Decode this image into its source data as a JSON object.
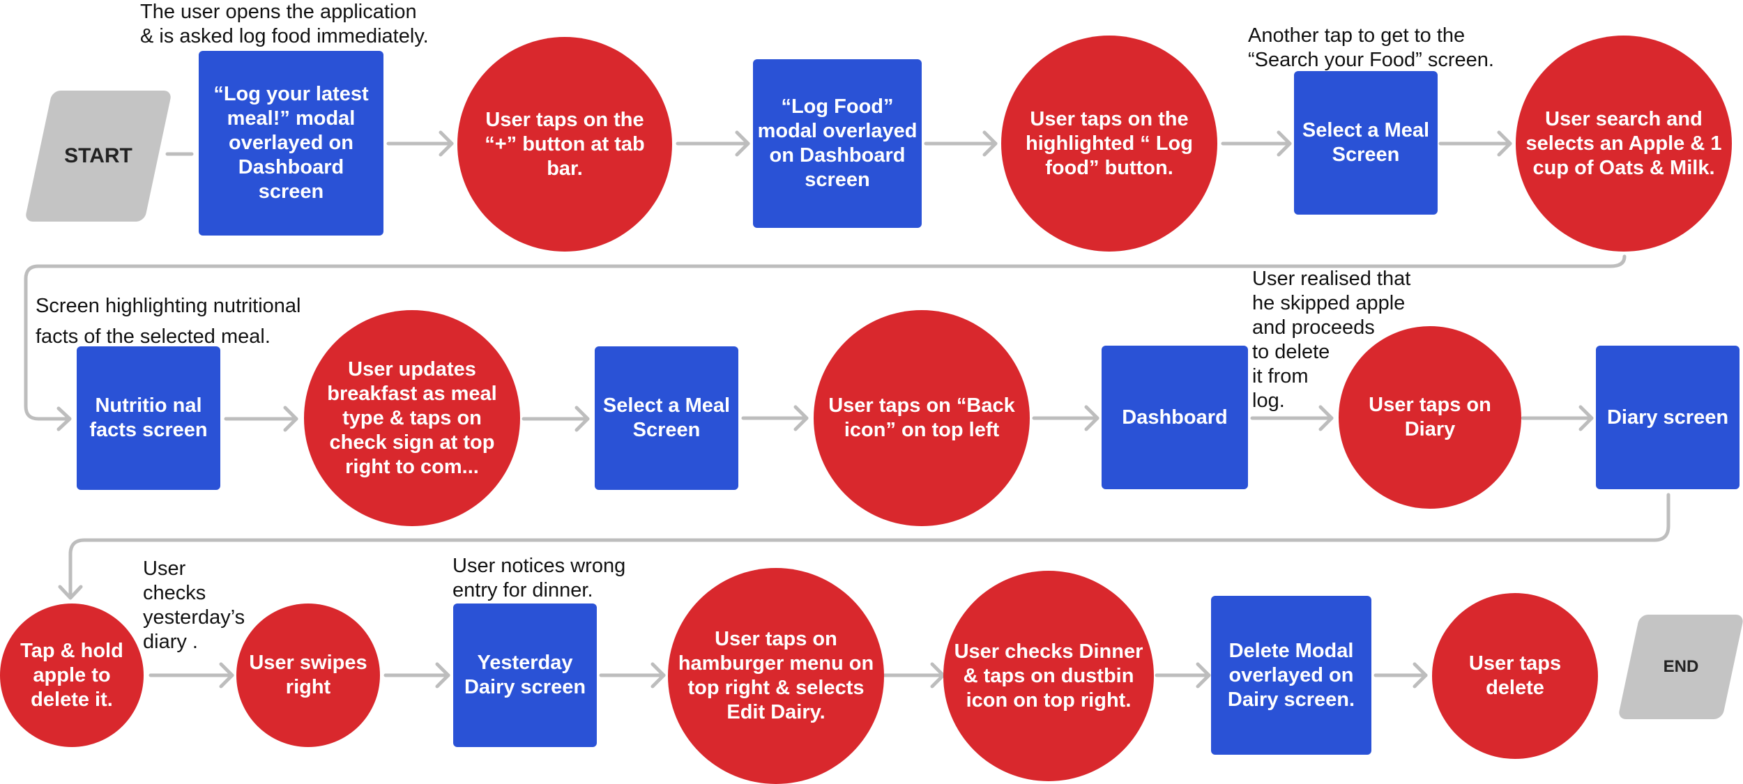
{
  "start": "START",
  "end": "END",
  "row1": {
    "log_meal_modal": "“Log your latest meal!” modal overlayed on Dashboard screen",
    "tap_plus": "User taps on the “+” button at tab bar.",
    "log_food_modal": "“Log Food” modal overlayed on Dashboard screen",
    "tap_log_food": "User taps on the highlighted “ Log food” button.",
    "select_meal_1": "Select a Meal Screen",
    "search_select": "User search and selects an Apple & 1 cup of Oats & Milk."
  },
  "row2": {
    "nutrition": "Nutritio nal facts screen",
    "update_breakfast": "User updates breakfast as meal type & taps on check sign at top right to com...",
    "select_meal_2": "Select a Meal Screen",
    "tap_back": "User taps on “Back icon” on top left",
    "dashboard": "Dashboard",
    "tap_diary": "User taps on Diary",
    "diary_screen": "Diary screen"
  },
  "row3": {
    "tap_hold": "Tap & hold apple to delete it.",
    "swipe_right": "User swipes right",
    "yesterday": "Yesterday Dairy screen",
    "hamburger": "User taps on hamburger menu on top right & selects Edit Dairy.",
    "check_dinner": "User checks Dinner & taps on dustbin icon on top right.",
    "delete_modal": "Delete Modal overlayed on Dairy screen.",
    "tap_delete": "User taps delete"
  },
  "notes": {
    "opens_app": "The user opens the application\n& is asked log food immediately.",
    "another_tap": "Another tap to get to the\n“Search your Food” screen.",
    "nutrition_facts": "Screen highlighting nutritional\nfacts of the selected meal.",
    "realised": "User realised that\nhe skipped apple\nand proceeds\nto delete\nit from\nlog.",
    "checks_yesterday": "User\nchecks\nyesterday’s\ndiary .",
    "notices_wrong": "User notices wrong\nentry for dinner."
  }
}
